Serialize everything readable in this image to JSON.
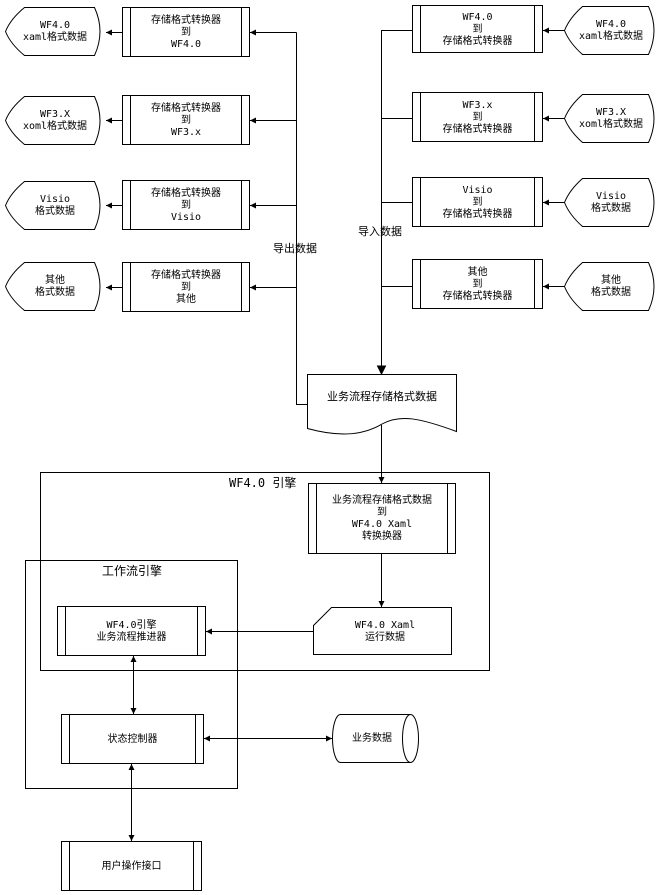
{
  "export_converters": [
    {
      "lines": [
        "存储格式转换器",
        "到",
        "WF4.0"
      ]
    },
    {
      "lines": [
        "存储格式转换器",
        "到",
        "WF3.x"
      ]
    },
    {
      "lines": [
        "存储格式转换器",
        "到",
        "Visio"
      ]
    },
    {
      "lines": [
        "存储格式转换器",
        "到",
        "其他"
      ]
    }
  ],
  "export_outputs": [
    {
      "lines": [
        "WF4.0",
        "xaml格式数据"
      ]
    },
    {
      "lines": [
        "WF3.X",
        "xoml格式数据"
      ]
    },
    {
      "lines": [
        "Visio",
        "格式数据"
      ]
    },
    {
      "lines": [
        "其他",
        "格式数据"
      ]
    }
  ],
  "import_converters": [
    {
      "lines": [
        "WF4.0",
        "到",
        "存储格式转换器"
      ]
    },
    {
      "lines": [
        "WF3.x",
        "到",
        "存储格式转换器"
      ]
    },
    {
      "lines": [
        "Visio",
        "到",
        "存储格式转换器"
      ]
    },
    {
      "lines": [
        "其他",
        "到",
        "存储格式转换器"
      ]
    }
  ],
  "import_inputs": [
    {
      "lines": [
        "WF4.0",
        "xaml格式数据"
      ]
    },
    {
      "lines": [
        "WF3.X",
        "xoml格式数据"
      ]
    },
    {
      "lines": [
        "Visio",
        "格式数据"
      ]
    },
    {
      "lines": [
        "其他",
        "格式数据"
      ]
    }
  ],
  "export_label": "导出数据",
  "import_label": "导入数据",
  "storage_doc": "业务流程存储格式数据",
  "engine_title": "WF4.0 引擎",
  "engine_converter": [
    "业务流程存储格式数据",
    "到",
    "WF4.0 Xaml",
    "转换换器"
  ],
  "runtime_data": [
    "WF4.0 Xaml",
    "运行数据"
  ],
  "workflow_title": "工作流引擎",
  "advancer": [
    "WF4.0引擎",
    "业务流程推进器"
  ],
  "state_controller": "状态控制器",
  "business_data": "业务数据",
  "user_interface": "用户操作接口"
}
